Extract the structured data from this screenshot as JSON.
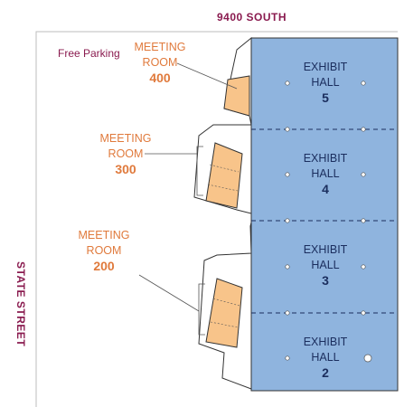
{
  "streets": {
    "north": "9400 SOUTH",
    "west": "STATE STREET"
  },
  "parking_label": "Free Parking",
  "meeting_rooms": [
    {
      "line1": "MEETING",
      "line2": "ROOM",
      "number": "400"
    },
    {
      "line1": "MEETING",
      "line2": "ROOM",
      "number": "300"
    },
    {
      "line1": "MEETING",
      "line2": "ROOM",
      "number": "200"
    }
  ],
  "exhibit_halls": [
    {
      "line1": "EXHIBIT",
      "line2": "HALL",
      "number": "5"
    },
    {
      "line1": "EXHIBIT",
      "line2": "HALL",
      "number": "4"
    },
    {
      "line1": "EXHIBIT",
      "line2": "HALL",
      "number": "3"
    },
    {
      "line1": "EXHIBIT",
      "line2": "HALL",
      "number": "2"
    }
  ],
  "colors": {
    "hall_fill": "#8fb4de",
    "room_fill": "#f8c48a",
    "street_text": "#8a1b4f",
    "room_text": "#e07a3c",
    "hall_text": "#1b2e5e"
  }
}
